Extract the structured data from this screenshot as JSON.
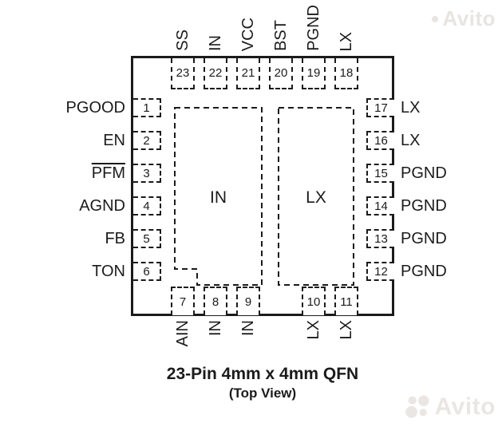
{
  "diagram": {
    "caption": {
      "line1": "23-Pin 4mm x 4mm QFN",
      "line2": "(Top View)"
    },
    "pads": {
      "left_pad_label": "IN",
      "right_pad_label": "LX"
    },
    "pins": {
      "top": [
        {
          "num": "23",
          "label": "SS"
        },
        {
          "num": "22",
          "label": "IN"
        },
        {
          "num": "21",
          "label": "VCC"
        },
        {
          "num": "20",
          "label": "BST"
        },
        {
          "num": "19",
          "label": "PGND"
        },
        {
          "num": "18",
          "label": "LX"
        }
      ],
      "left": [
        {
          "num": "1",
          "label": "PGOOD"
        },
        {
          "num": "2",
          "label": "EN"
        },
        {
          "num": "3",
          "label": "PFM",
          "overline": true
        },
        {
          "num": "4",
          "label": "AGND"
        },
        {
          "num": "5",
          "label": "FB"
        },
        {
          "num": "6",
          "label": "TON"
        }
      ],
      "right": [
        {
          "num": "17",
          "label": "LX"
        },
        {
          "num": "16",
          "label": "LX"
        },
        {
          "num": "15",
          "label": "PGND"
        },
        {
          "num": "14",
          "label": "PGND"
        },
        {
          "num": "13",
          "label": "PGND"
        },
        {
          "num": "12",
          "label": "PGND"
        }
      ],
      "bottom": [
        {
          "num": "7",
          "label": "AIN"
        },
        {
          "num": "8",
          "label": "IN"
        },
        {
          "num": "9",
          "label": "IN"
        },
        {
          "num": "10",
          "label": "LX"
        },
        {
          "num": "11",
          "label": "LX"
        }
      ]
    }
  },
  "watermark": {
    "brand": "Avito"
  },
  "colors": {
    "line": "#1b1b1b",
    "watermark": "#e7e4e1"
  }
}
